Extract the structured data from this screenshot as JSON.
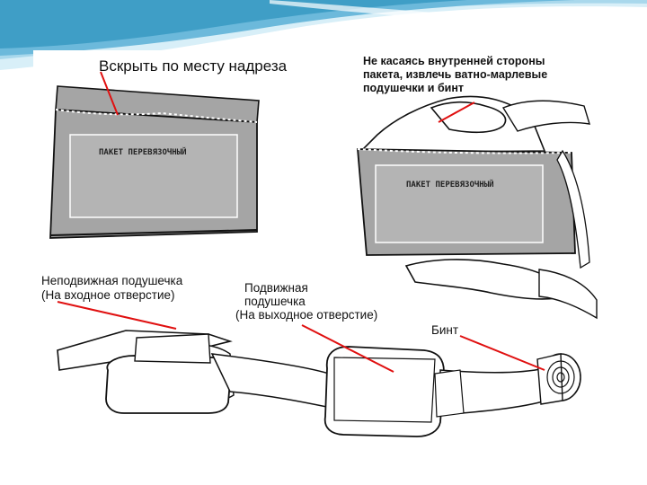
{
  "slide": {
    "accent_colors": {
      "wave_light": "#bfe3f1",
      "wave_mid": "#7ec3df",
      "wave_dark": "#3f9ec6",
      "pointer": "#e01010"
    }
  },
  "diagram": {
    "label_open_notch": "Вскрыть по месту надреза",
    "label_extract": [
      "Не касаясь внутренней стороны",
      "пакета, извлечь ватно-марлевые",
      "подушечки и бинт"
    ],
    "package_text_1": "ПАКЕТ ПЕРЕВЯЗОЧНЫЙ",
    "package_text_2": "ПАКЕТ ПЕРЕВЯЗОЧНЫЙ",
    "label_fixed_pad": [
      "Неподвижная подушечка",
      "(На входное отверстие)"
    ],
    "label_movable_pad": [
      "Подвижная",
      "подушечка",
      "(На выходное отверстие)"
    ],
    "label_bandage": "Бинт"
  }
}
